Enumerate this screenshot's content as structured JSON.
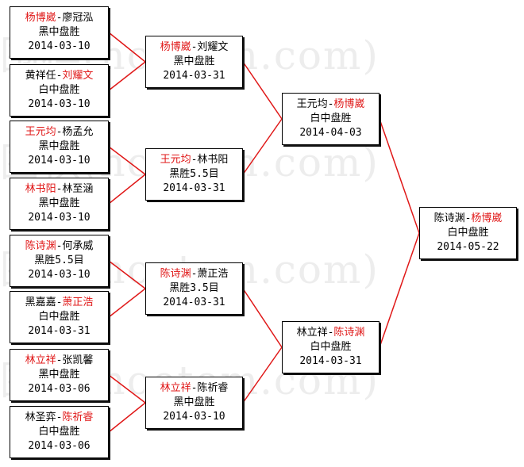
{
  "watermark": "围棋(hoetom.com)",
  "colors": {
    "winner": "#e01818",
    "line": "#e01818",
    "text": "#000000"
  },
  "round1": [
    {
      "p1": "杨博崴",
      "p2": "廖冠泓",
      "winner": 1,
      "result": "黑中盘胜",
      "date": "2014-03-10"
    },
    {
      "p1": "黄祥任",
      "p2": "刘耀文",
      "winner": 2,
      "result": "白中盘胜",
      "date": "2014-03-10"
    },
    {
      "p1": "王元均",
      "p2": "杨孟允",
      "winner": 1,
      "result": "黑中盘胜",
      "date": "2014-03-10"
    },
    {
      "p1": "林书阳",
      "p2": "林至涵",
      "winner": 1,
      "result": "黑中盘胜",
      "date": "2014-03-10"
    },
    {
      "p1": "陈诗渊",
      "p2": "何承威",
      "winner": 1,
      "result": "黑胜5.5目",
      "date": "2014-03-10"
    },
    {
      "p1": "黑嘉嘉",
      "p2": "萧正浩",
      "winner": 2,
      "result": "白中盘胜",
      "date": "2014-03-31"
    },
    {
      "p1": "林立祥",
      "p2": "张凯馨",
      "winner": 1,
      "result": "黑中盘胜",
      "date": "2014-03-06"
    },
    {
      "p1": "林圣弈",
      "p2": "陈祈睿",
      "winner": 2,
      "result": "白中盘胜",
      "date": "2014-03-06"
    }
  ],
  "round2": [
    {
      "p1": "杨博崴",
      "p2": "刘耀文",
      "winner": 1,
      "result": "黑中盘胜",
      "date": "2014-03-31"
    },
    {
      "p1": "王元均",
      "p2": "林书阳",
      "winner": 1,
      "result": "黑胜5.5目",
      "date": "2014-03-31"
    },
    {
      "p1": "陈诗渊",
      "p2": "萧正浩",
      "winner": 1,
      "result": "黑胜3.5目",
      "date": "2014-03-31"
    },
    {
      "p1": "林立祥",
      "p2": "陈祈睿",
      "winner": 1,
      "result": "黑中盘胜",
      "date": "2014-03-10"
    }
  ],
  "round3": [
    {
      "p1": "王元均",
      "p2": "杨博崴",
      "winner": 2,
      "result": "白中盘胜",
      "date": "2014-04-03"
    },
    {
      "p1": "林立祥",
      "p2": "陈诗渊",
      "winner": 2,
      "result": "白中盘胜",
      "date": "2014-03-31"
    }
  ],
  "final": [
    {
      "p1": "陈诗渊",
      "p2": "杨博崴",
      "winner": 2,
      "result": "白中盘胜",
      "date": "2014-05-22"
    }
  ]
}
